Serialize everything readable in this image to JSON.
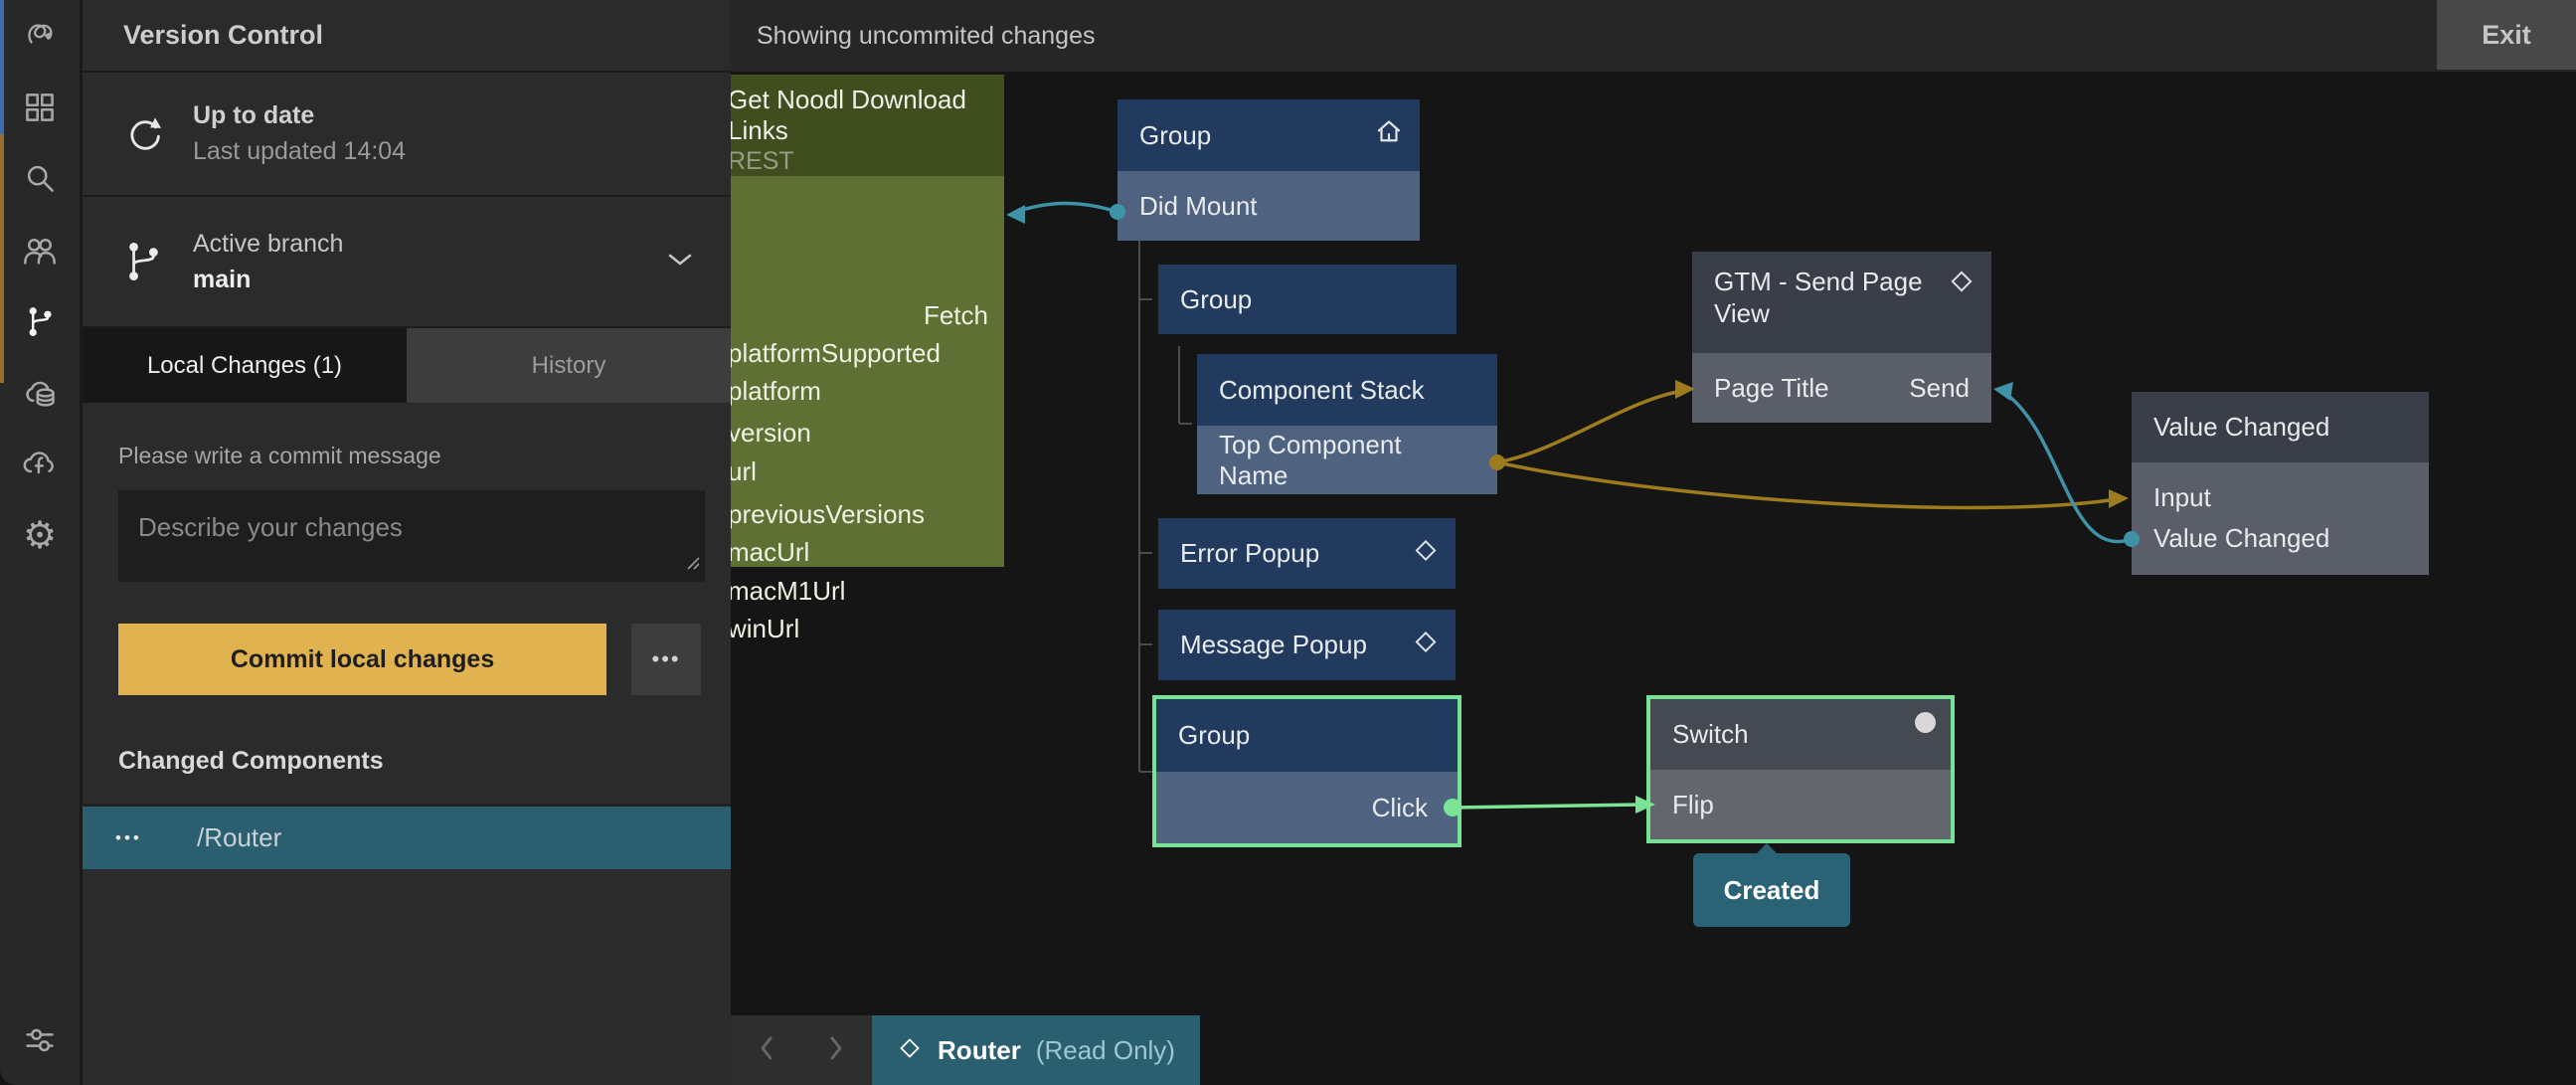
{
  "colors": {
    "accent_yellow": "#e0b350",
    "selection_green": "#77e195",
    "wire_teal": "#3f93a6",
    "wire_gold": "#9d7c1e",
    "node_navy": "#213a5d",
    "node_navy_port": "#4f6380",
    "node_olive_header": "#3f4d1f",
    "node_olive_body": "#5f7034",
    "node_gray": "#3a3e48",
    "node_gray_port": "#595e69",
    "teal_highlight": "#2a5f70"
  },
  "sidebar": {
    "icons": [
      "noodl-logo",
      "components-grid-icon",
      "search-icon",
      "collaborators-icon",
      "version-control-icon",
      "cloud-services-icon",
      "cloud-functions-icon",
      "settings-gear-icon",
      "node-filter-icon"
    ]
  },
  "version_control_panel": {
    "title": "Version Control",
    "sync": {
      "status": "Up to date",
      "detail": "Last updated 14:04"
    },
    "branch": {
      "label": "Active branch",
      "name": "main"
    },
    "tabs": [
      {
        "label": "Local Changes (1)"
      },
      {
        "label": "History"
      }
    ],
    "commit": {
      "prompt": "Please write a commit message",
      "placeholder": "Describe your changes",
      "button_label": "Commit local changes",
      "more_label": "•••"
    },
    "changed_components": {
      "heading": "Changed Components",
      "items": [
        {
          "icon": "•••",
          "label": "/Router"
        }
      ]
    }
  },
  "top_bar": {
    "status": "Showing uncommited changes",
    "exit_label": "Exit"
  },
  "bottom_bar": {
    "tab": {
      "label": "Router",
      "badge": "(Read Only)"
    }
  },
  "nodes": {
    "rest": {
      "title": "Get Noodl Download Links",
      "subtitle": "REST",
      "signal_in": "Fetch",
      "outputs": [
        "platformSupported",
        "platform",
        "version",
        "url",
        "previousVersions",
        "macUrl",
        "macM1Url",
        "winUrl"
      ]
    },
    "group_home": {
      "title": "Group",
      "port": "Did Mount"
    },
    "group_mid": {
      "title": "Group"
    },
    "component_stack": {
      "title": "Component Stack",
      "port": "Top Component Name"
    },
    "gtm": {
      "title": "GTM - Send Page View",
      "port_in": "Page Title",
      "port_signal": "Send"
    },
    "value_changed": {
      "title": "Value Changed",
      "port_in": "Input",
      "port_out": "Value Changed"
    },
    "error_popup": {
      "title": "Error Popup"
    },
    "message_popup": {
      "title": "Message Popup"
    },
    "group_click": {
      "title": "Group",
      "port": "Click"
    },
    "switch": {
      "title": "Switch",
      "port": "Flip"
    },
    "created_tooltip": {
      "label": "Created"
    }
  }
}
